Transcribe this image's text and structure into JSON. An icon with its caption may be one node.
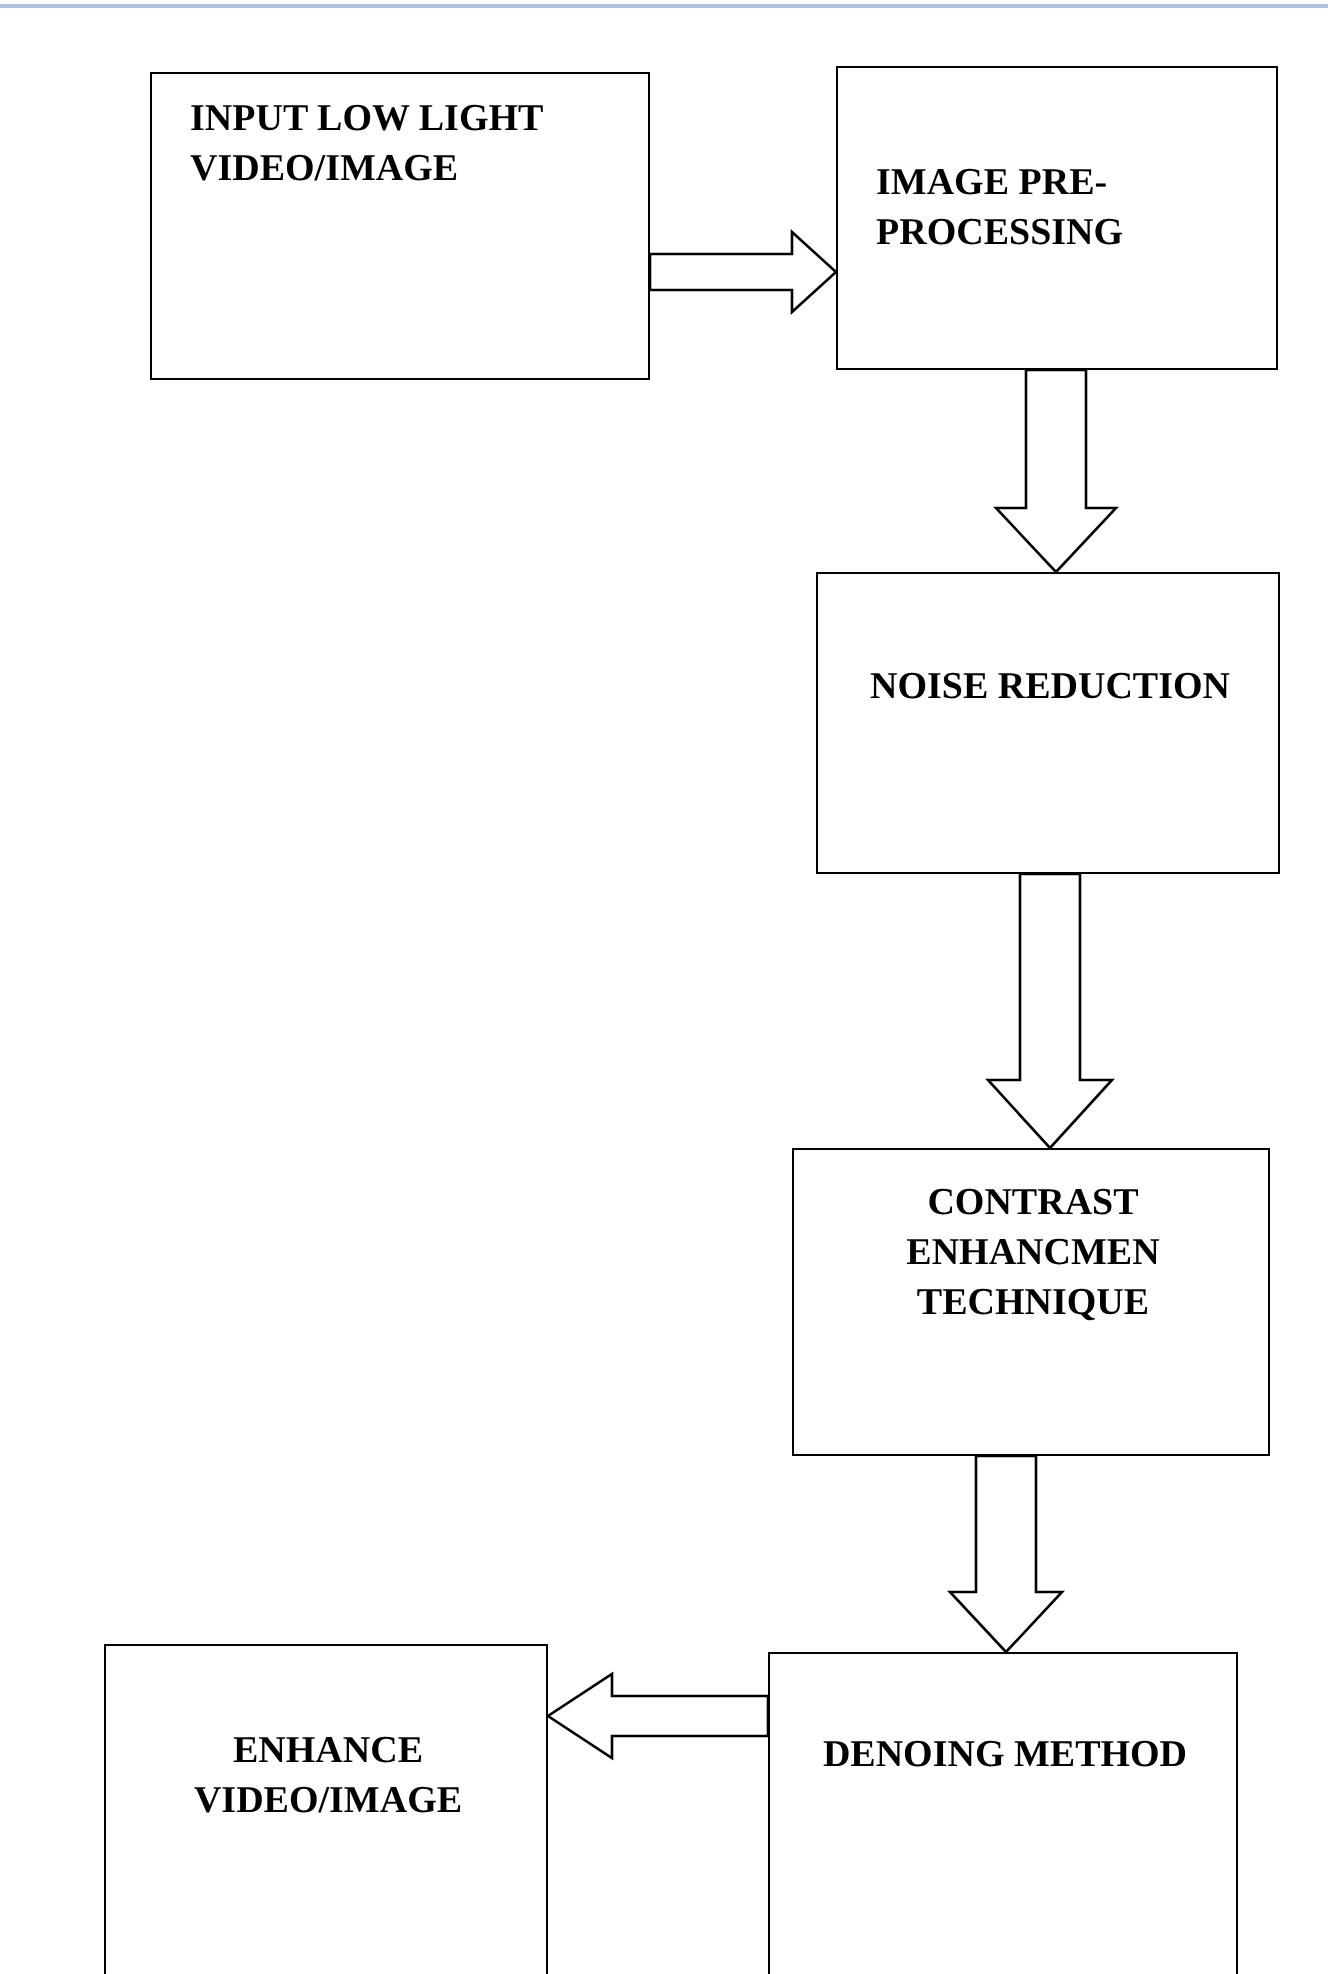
{
  "diagram": {
    "nodes": [
      {
        "text": [
          "INPUT LOW LIGHT VIDEO/IMAGE"
        ]
      },
      {
        "text": [
          "IMAGE PRE- PROCESSING"
        ]
      },
      {
        "text": [
          "NOISE REDUCTION"
        ]
      },
      {
        "text": [
          "CONTRAST ENHANCMEN TECHNIQUE"
        ]
      },
      {
        "text": [
          "DENOING METHOD"
        ]
      },
      {
        "text": [
          "ENHANCE VIDEO/IMAGE"
        ]
      }
    ],
    "edges": [
      {
        "from": 0,
        "to": 1,
        "arrow": "to"
      },
      {
        "from": 1,
        "to": 2,
        "arrow": "to"
      },
      {
        "from": 2,
        "to": 3,
        "arrow": "to"
      },
      {
        "from": 3,
        "to": 4,
        "arrow": "to"
      },
      {
        "from": 4,
        "to": 5,
        "arrow": "to"
      }
    ]
  }
}
